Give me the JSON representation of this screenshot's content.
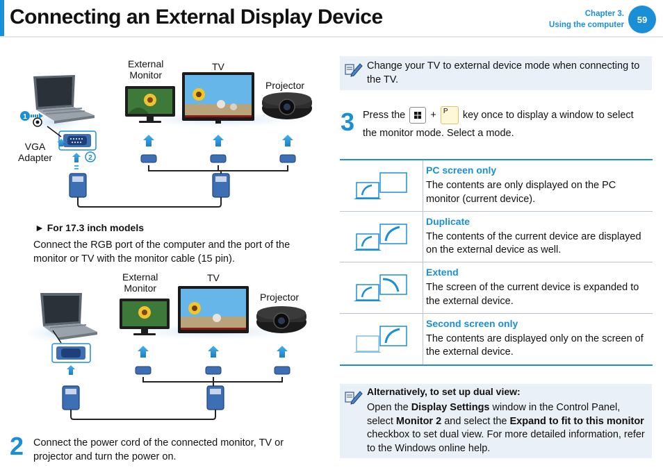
{
  "header": {
    "title": "Connecting an External Display Device",
    "chapter_line1": "Chapter 3.",
    "chapter_line2": "Using the computer",
    "page_number": "59"
  },
  "diagram1": {
    "label_external_monitor": "External\nMonitor",
    "label_tv": "TV",
    "label_projector": "Projector",
    "label_vga_adapter": "VGA\nAdapter",
    "callout_1": "1",
    "callout_2": "2"
  },
  "section_17": {
    "heading_marker": "►",
    "heading": "For 17.3 inch models",
    "text": "Connect the RGB port of the computer and the port of the monitor or TV with the monitor cable (15 pin)."
  },
  "diagram2": {
    "label_external_monitor": "External\nMonitor",
    "label_tv": "TV",
    "label_projector": "Projector"
  },
  "step2": {
    "number": "2",
    "text": "Connect the power cord of the connected monitor, TV or projector and turn the power on."
  },
  "note_tv": {
    "text": "Change your TV to external device mode when connecting to the TV."
  },
  "step3": {
    "number": "3",
    "text_before": "Press the",
    "plus": "+",
    "key_p": "P",
    "text_after": "key once to display a window to select the monitor mode. Select a mode."
  },
  "modes": [
    {
      "name": "PC screen only",
      "desc": "The contents are only displayed on the PC monitor (current device)."
    },
    {
      "name": "Duplicate",
      "desc": "The contents of the current device are displayed on the external device as well."
    },
    {
      "name": "Extend",
      "desc": "The screen of the current device is expanded to the external device."
    },
    {
      "name": "Second screen only",
      "desc": "The contents are displayed only on the screen of the external device."
    }
  ],
  "note_dual": {
    "heading": "Alternatively, to set up dual view:",
    "p1": "Open the ",
    "b1": "Display Settings",
    "p2": " window in the Control Panel, select ",
    "b2": "Monitor 2",
    "p3": " and select the ",
    "b3": "Expand to fit to this monitor",
    "p4": " checkbox to set dual view. For more detailed information, refer to the Windows online help."
  },
  "colors": {
    "accent": "#1a8fd6",
    "note_bg": "#eaf0f7",
    "arrow": "#2a9ad8"
  }
}
